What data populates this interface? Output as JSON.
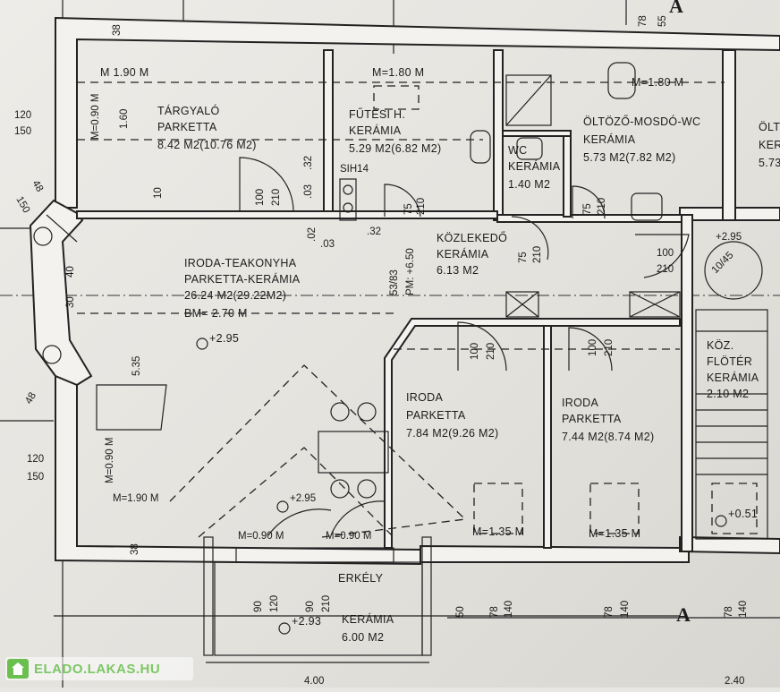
{
  "rooms": {
    "targyalo": {
      "dim": "M 1.90 M",
      "name": "TÁRGYALÓ",
      "floor": "PARKETTA",
      "area": "8.42 M2(10.76 M2)"
    },
    "futesi": {
      "dim": "M=1.80 M",
      "name": "FŰTÉSI H.",
      "floor": "KERÁMIA",
      "area": "5.29 M2(6.82 M2)"
    },
    "wc": {
      "name": "WC",
      "floor": "KERÁMIA",
      "area": "1.40 M2"
    },
    "oltozo": {
      "dim": "M=1.80 M",
      "name": "ÖLTÖZŐ-MOSDÓ-WC",
      "floor": "KERÁMIA",
      "area": "5.73 M2(7.82 M2)"
    },
    "olt_partial": {
      "name": "ÖLT",
      "floor": "KER",
      "area": "5.73"
    },
    "iroda_teakonyha": {
      "name": "IRODA-TEAKONYHA",
      "floor": "PARKETTA-KERÁMIA",
      "area": "26.24 M2(29.22M2)",
      "bm": "BM= 2.70 M",
      "level": "+2.95"
    },
    "kozlekedo": {
      "name": "KÖZLEKEDŐ",
      "floor": "KERÁMIA",
      "area": "6.13 M2"
    },
    "iroda1": {
      "name": "IRODA",
      "floor": "PARKETTA",
      "area": "7.84 M2(9.26 M2)",
      "dim": "M=1.35 M"
    },
    "iroda2": {
      "name": "IRODA",
      "floor": "PARKETTA",
      "area": "7.44 M2(8.74 M2)",
      "dim": "M=1.35 M"
    },
    "koz": {
      "name": "KÖZ.",
      "sub": "FLÖTÉR",
      "floor": "KERÁMIA",
      "area": "2.10 M2",
      "level": "+0.51"
    },
    "erkely": {
      "name": "ERKÉLY",
      "floor": "KERÁMIA",
      "area": "6.00 M2",
      "level": "+2.93"
    }
  },
  "dims": {
    "d38a": "38",
    "d78a": "78",
    "d55": "55",
    "d120a": "120",
    "d150a": "150",
    "d120b": "120",
    "d150b": "150",
    "m090a": "M=0.90 M",
    "m090b": "M=0.90 M",
    "d160": "1.60",
    "d10": "10",
    "d535": "5.35",
    "d48a": "48",
    "d150c": "150",
    "d48b": "48",
    "d40": "40",
    "d30": "30",
    "d90a": "M=1.90 M",
    "m090c": "M=0.90 M",
    "m090d": "M=0.90 M",
    "d100a": "100",
    "d210a": "210",
    "d03a": ".03",
    "d32a": ".32",
    "d02": ".02",
    "d03b": ".03",
    "d32b": ".32",
    "d75a": "75",
    "d210b": "210",
    "d5383": "53/83",
    "pm": "PM: +6.50",
    "sih": "SIH14",
    "d75b": "75",
    "d210c": "210",
    "d75c": "75",
    "d210d": "210",
    "d100b": "100",
    "d210e": "210",
    "d295b": "+2.95",
    "d1045": "10/45",
    "d100c": "100",
    "d210f": "210",
    "d100d": "100",
    "d210g": "210",
    "lvl295c": "+2.95",
    "d90b": "90",
    "d120c": "120",
    "d90c": "90",
    "d210h": "210",
    "d50": "50",
    "d78b": "78",
    "d140a": "140",
    "d78c": "78",
    "d140b": "140",
    "d78d": "78",
    "d140c": "140",
    "d38b": "38",
    "d400": "4.00",
    "d240": "2.40"
  },
  "section_marks": {
    "top": "A",
    "bottom": "A"
  },
  "watermark": {
    "text": "ELADO.LAKAS.HU"
  }
}
